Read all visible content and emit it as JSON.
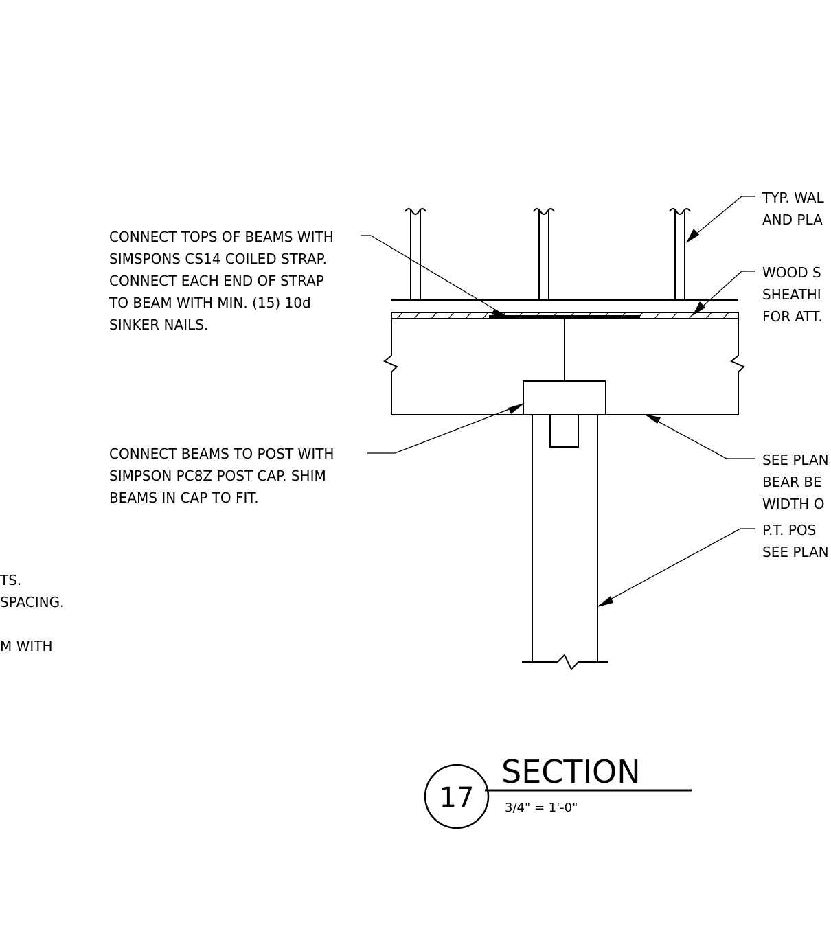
{
  "notes": {
    "top_left": [
      "CONNECT TOPS OF BEAMS WITH",
      "SIMSPONS CS14 COILED STRAP.",
      "CONNECT EACH END OF STRAP",
      "TO BEAM WITH MIN. (15) 10d",
      "SINKER NAILS."
    ],
    "mid_left": [
      "CONNECT BEAMS TO POST WITH",
      "SIMPSON PC8Z POST CAP.  SHIM",
      "BEAMS IN CAP TO FIT."
    ],
    "cut_left": [
      "TS.",
      "SPACING.",
      "",
      "M WITH"
    ],
    "right_1": [
      "TYP. WAL",
      "AND PLA"
    ],
    "right_2": [
      "WOOD S",
      "SHEATHI",
      "FOR ATT."
    ],
    "right_3": [
      "SEE PLAN",
      "BEAR BE",
      "WIDTH O"
    ],
    "right_4": [
      "P.T. POS",
      "SEE PLAN"
    ]
  },
  "title": {
    "number": "17",
    "label": "SECTION",
    "scale": "3/4\" = 1'-0\""
  }
}
